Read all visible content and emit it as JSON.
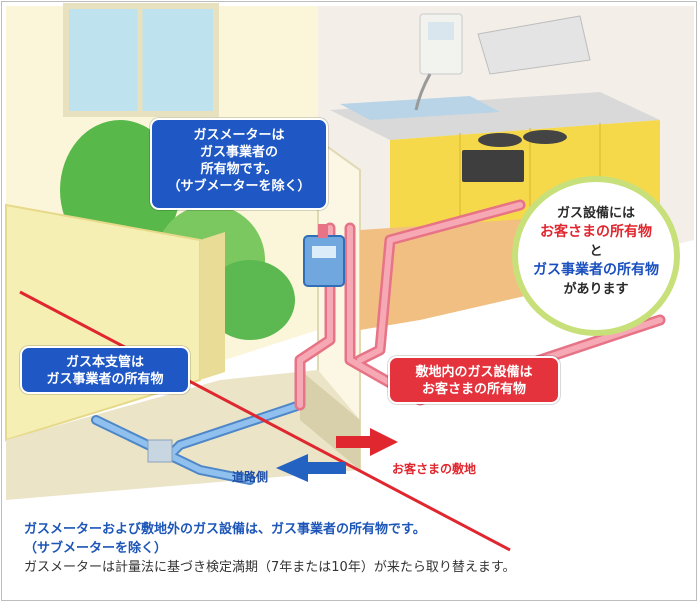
{
  "callouts": {
    "meter": {
      "lines": [
        "ガスメーターは",
        "ガス事業者の",
        "所有物です。",
        "（サブメーターを除く）"
      ]
    },
    "main_pipe": {
      "lines": [
        "ガス本支管は",
        "ガス事業者の所有物"
      ]
    },
    "premises_equipment": {
      "lines": [
        "敷地内のガス設備は",
        "お客さまの所有物"
      ]
    }
  },
  "ownership_note": {
    "line1": "ガス設備には",
    "line2": "お客さまの所有物",
    "line3": "と",
    "line4": "ガス事業者の所有物",
    "line5": "があります"
  },
  "labels": {
    "road_side": "道路側",
    "customer_premises": "お客さまの敷地"
  },
  "footer": {
    "line1": "ガスメーターおよび敷地外のガス設備は、ガス事業者の所有物です。",
    "line2": "（サブメーターを除く）",
    "line3": "ガスメーターは計量法に基づき検定満期（7年または10年）が来たら取り替えます。"
  },
  "colors": {
    "company_blue": "#1f58c4",
    "customer_red": "#e5333d",
    "gas_pipe": "#f07f8e",
    "main_pipe": "#6fa7e0",
    "note_ring": "#c8e07a"
  }
}
